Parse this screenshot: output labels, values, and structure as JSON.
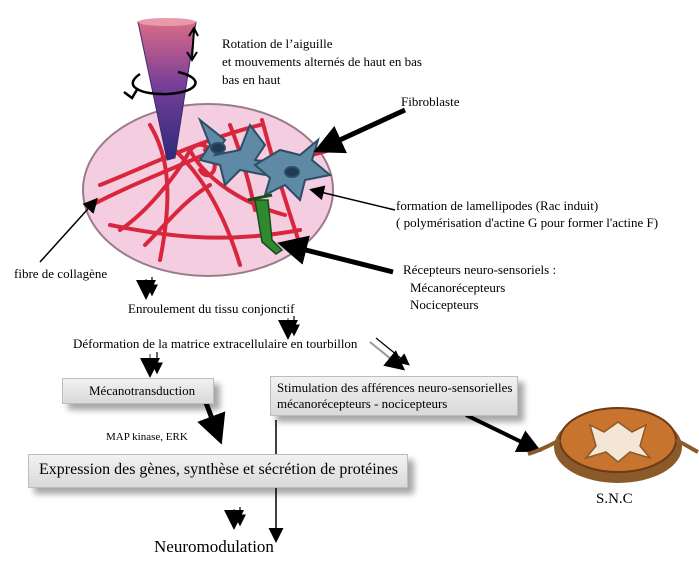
{
  "needle": {
    "rotation_line1": "Rotation de l’aiguille",
    "rotation_line2": "et mouvements alternés de haut en bas",
    "rotation_line3": "bas en haut"
  },
  "labels": {
    "fibroblaste": "Fibroblaste",
    "lamellipodes_line1": "formation de lamellipodes (Rac induit)",
    "lamellipodes_line2": "( polymérisation d'actine G pour former l'actine F)",
    "recepteurs_title": "Récepteurs  neuro-sensoriels :",
    "mecanorecepteurs": "Mécanorécepteurs",
    "nocicepteurs": "Nocicepteurs",
    "fibre_collagene": "fibre de collagène",
    "enroulement": "Enroulement du tissu conjonctif",
    "deformation": "Déformation de la matrice extracellulaire en tourbillon",
    "mecanotransduction": "Mécanotransduction",
    "stimulation_line1": "Stimulation des afférences neuro-sensorielles",
    "stimulation_line2": "mécanorécepteurs - nocicepteurs",
    "map_kinase": "MAP kinase, ERK",
    "expression": "Expression des gènes, synthèse et sécrétion de protéines",
    "neuromodulation": "Neuromodulation",
    "snc": "S.N.C"
  },
  "colors": {
    "tissue_pink": "#f4cde0",
    "collagen_red": "#d8263c",
    "fibroblast_blue": "#5f8aa6",
    "receptor_green": "#2f8a2f",
    "needle_purple": "#4a2f8a",
    "spinal_orange": "#c8742e"
  }
}
